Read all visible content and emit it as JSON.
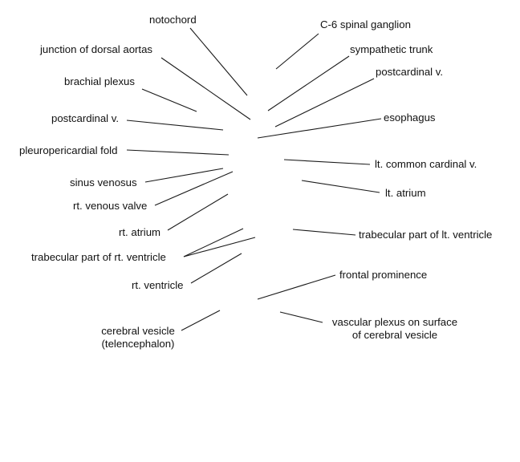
{
  "labels": {
    "notochord": "notochord",
    "c6_spinal_ganglion": "C-6 spinal ganglion",
    "junction_dorsal_aortas": "junction of dorsal aortas",
    "sympathetic_trunk": "sympathetic trunk",
    "brachial_plexus": "brachial plexus",
    "postcardinal_v_right": "postcardinal v.",
    "postcardinal_v_left": "postcardinal v.",
    "esophagus": "esophagus",
    "pleuropericardial_fold": "pleuropericardial fold",
    "lt_common_cardinal_v": "lt. common cardinal v.",
    "sinus_venosus": "sinus venosus",
    "lt_atrium": "lt. atrium",
    "rt_venous_valve": "rt. venous valve",
    "rt_atrium": "rt. atrium",
    "trabecular_lt_ventricle": "trabecular part of lt. ventricle",
    "trabecular_rt_ventricle": "trabecular part of rt. ventricle",
    "rt_ventricle": "rt. ventricle",
    "frontal_prominence": "frontal prominence",
    "vascular_plexus_line1": "vascular plexus on surface",
    "vascular_plexus_line2": "of cerebral vesicle",
    "cerebral_vesicle_line1": "cerebral vesicle",
    "cerebral_vesicle_line2": "(telencephalon)"
  }
}
